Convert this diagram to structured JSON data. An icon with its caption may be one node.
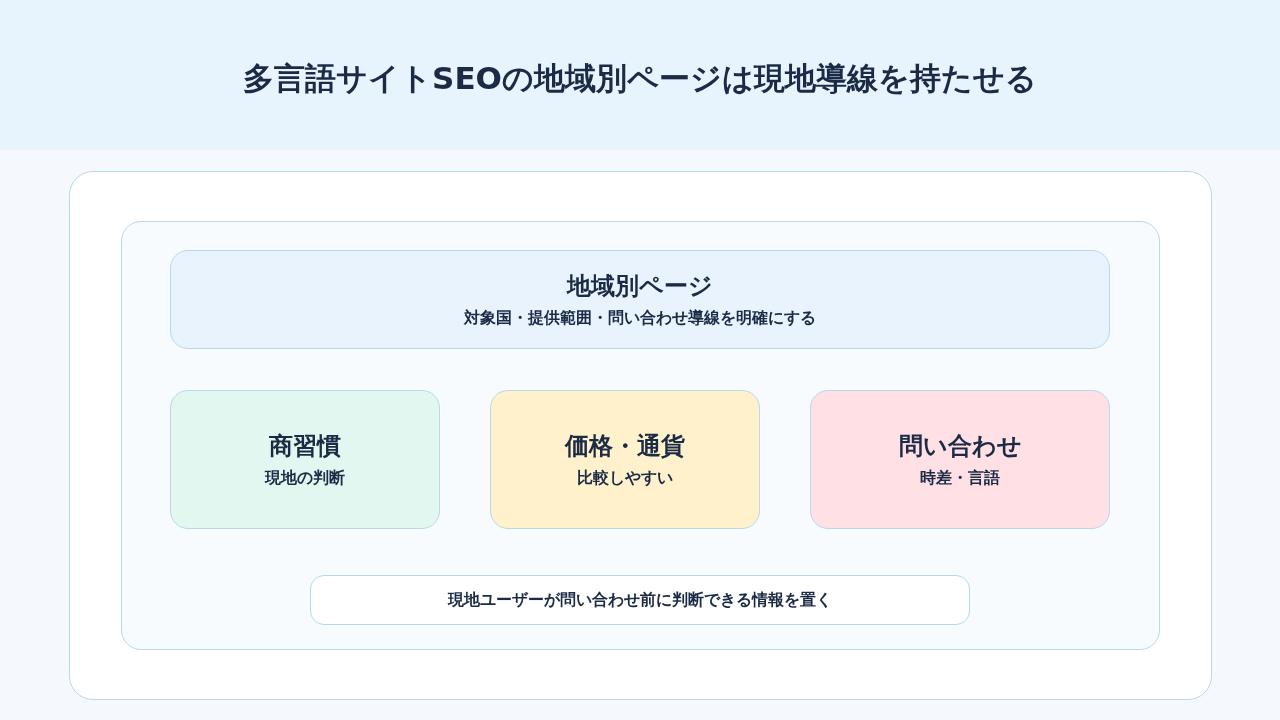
{
  "diagram": {
    "title": "多言語サイトSEOの地域別ページは現地導線を持たせる",
    "nodes": [
      {
        "text": [],
        "shape": "box"
      },
      {
        "text": [],
        "shape": "box",
        "in": 0
      },
      {
        "text": [
          "地域別ページ",
          "対象国・提供範囲・問い合わせ導線を明確にする"
        ],
        "in": 1
      },
      {
        "text": [
          "商習慣",
          "現地の判断"
        ],
        "in": 1
      },
      {
        "text": [
          "価格・通貨",
          "比較しやすい"
        ],
        "in": 1
      },
      {
        "text": [
          "問い合わせ",
          "時差・言語"
        ],
        "in": 1
      },
      {
        "text": [
          "現地ユーザーが問い合わせ前に判断できる情報を置く"
        ],
        "in": 1
      }
    ]
  }
}
